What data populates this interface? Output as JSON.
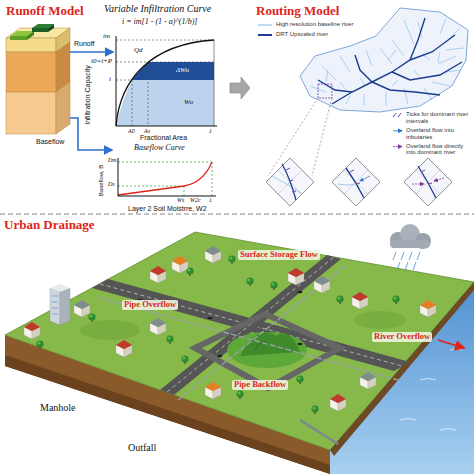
{
  "diagram": {
    "nodes": [
      {
        "text": [
          "Runoff Model"
        ]
      },
      {
        "text": [
          "Routing Model"
        ]
      },
      {
        "text": [
          "Urban Drainage"
        ]
      }
    ],
    "edges": [
      {
        "from": 0,
        "to": 1,
        "arrow": "to"
      }
    ],
    "labels": [
      "Variable Infiltration Curve",
      "i = im[1 - (1 - a)^(1/b)]",
      "im",
      "Infiltration Capacity",
      "i0=i+P",
      "i",
      "Qd",
      "ΔWu",
      "Wu",
      "A0",
      "As",
      "1",
      "Fractional Area",
      "Baseflow Curve",
      "Runoff",
      "Baseflow",
      "Baseflow, B",
      "Dm",
      "Ds",
      "Ws",
      "W2c",
      "1",
      "Layer 2 Soil Moistrre, W2",
      "Surface Storage Flow",
      "Pipe Overflow",
      "Pipe Backflow",
      "River Overflow",
      "Manhole",
      "Outfall"
    ],
    "legend": [
      {
        "text": "High resolution baseline river"
      },
      {
        "text": "DRT Upscaled river"
      },
      {
        "text": "Ticks for dominant river intervals"
      },
      {
        "text": "Overland flow into tributaries"
      },
      {
        "text": "Overland flow directly into dominant river"
      }
    ]
  }
}
